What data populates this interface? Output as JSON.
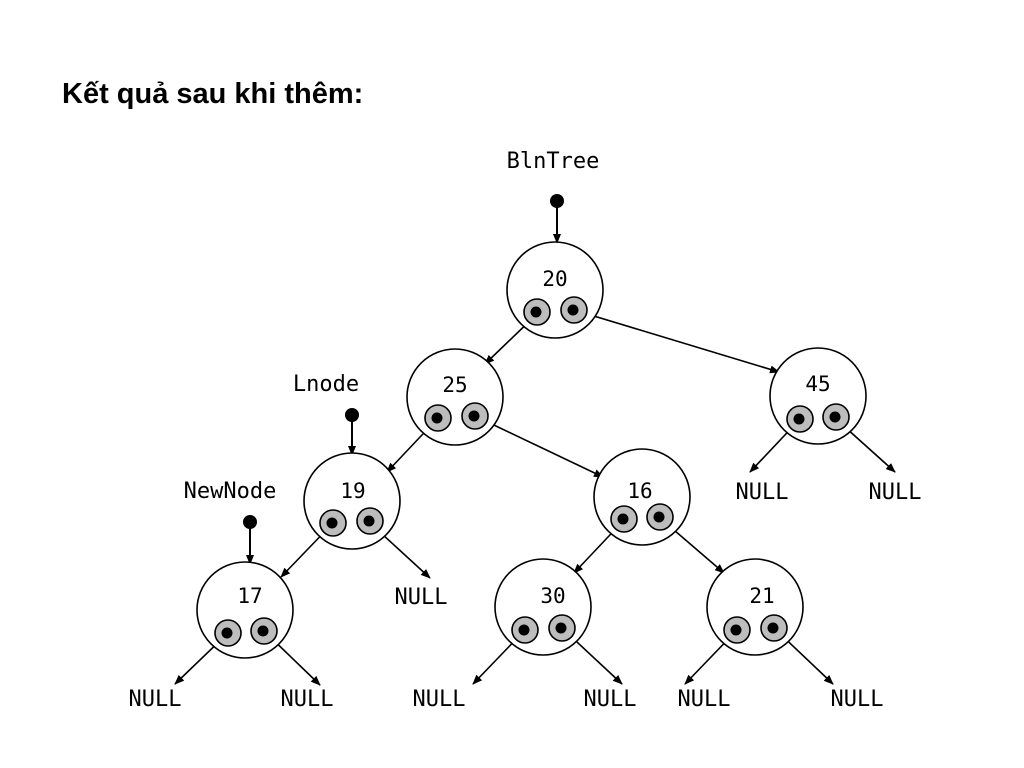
{
  "title": "Kết quả sau khi thêm:",
  "pointers": {
    "bintree": "BlnTree",
    "lnode": "Lnode",
    "newnode": "NewNode"
  },
  "nodes": [
    {
      "id": "n20",
      "value": "20"
    },
    {
      "id": "n25",
      "value": "25"
    },
    {
      "id": "n45",
      "value": "45"
    },
    {
      "id": "n19",
      "value": "19"
    },
    {
      "id": "n16",
      "value": "16"
    },
    {
      "id": "n17",
      "value": "17"
    },
    {
      "id": "n30",
      "value": "30"
    },
    {
      "id": "n21",
      "value": "21"
    }
  ],
  "null_label": "NULL",
  "colors": {
    "pointer_fill": "#bdbdbd",
    "stroke": "#000000"
  }
}
